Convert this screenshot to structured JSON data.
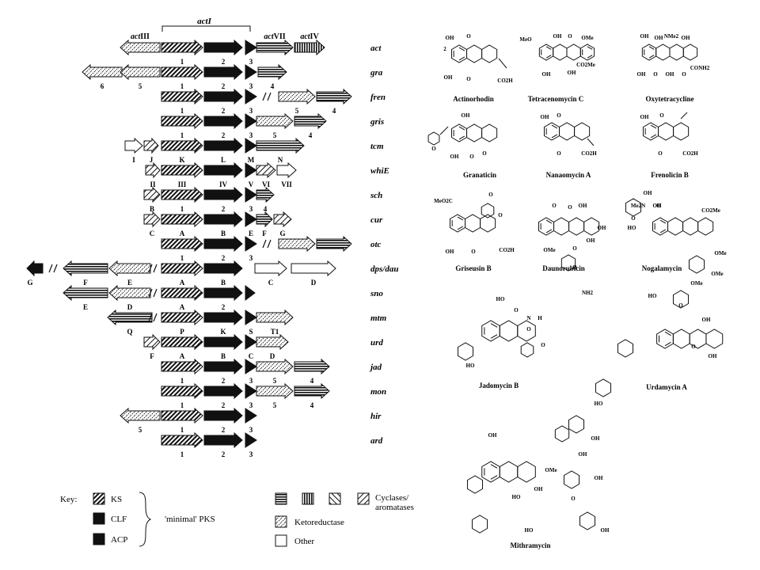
{
  "clusters": [
    {
      "name": "act",
      "genes": [
        {
          "label": "actIII",
          "type": "kr",
          "dir": "left"
        },
        {
          "label": "1",
          "type": "ks",
          "dir": "right"
        },
        {
          "label": "2",
          "type": "clf",
          "dir": "right"
        },
        {
          "label": "3",
          "type": "acp",
          "dir": "right"
        },
        {
          "label": "actVII",
          "type": "cyc_h",
          "dir": "right"
        },
        {
          "label": "actIV",
          "type": "cyc_v",
          "dir": "right"
        }
      ]
    },
    {
      "name": "gra",
      "genes": [
        {
          "label": "6",
          "type": "kr",
          "dir": "left"
        },
        {
          "label": "5",
          "type": "kr",
          "dir": "left"
        },
        {
          "label": "1",
          "type": "ks",
          "dir": "right"
        },
        {
          "label": "2",
          "type": "clf",
          "dir": "right"
        },
        {
          "label": "3",
          "type": "acp",
          "dir": "right"
        },
        {
          "label": "4",
          "type": "cyc_h",
          "dir": "right"
        }
      ]
    },
    {
      "name": "fren",
      "genes": [
        {
          "label": "1",
          "type": "ks",
          "dir": "right"
        },
        {
          "label": "2",
          "type": "clf",
          "dir": "right"
        },
        {
          "label": "3",
          "type": "acp",
          "dir": "right"
        },
        {
          "label": "5",
          "type": "kr",
          "dir": "right"
        },
        {
          "label": "4",
          "type": "cyc_h",
          "dir": "right"
        }
      ]
    },
    {
      "name": "gris",
      "genes": [
        {
          "label": "1",
          "type": "ks",
          "dir": "right"
        },
        {
          "label": "2",
          "type": "clf",
          "dir": "right"
        },
        {
          "label": "3",
          "type": "acp",
          "dir": "right"
        },
        {
          "label": "5",
          "type": "kr",
          "dir": "right"
        },
        {
          "label": "4",
          "type": "cyc_h",
          "dir": "right"
        }
      ]
    },
    {
      "name": "tcm",
      "genes": [
        {
          "label": "I",
          "type": "other",
          "dir": "right"
        },
        {
          "label": "J",
          "type": "cyc_d2",
          "dir": "right"
        },
        {
          "label": "K",
          "type": "ks",
          "dir": "right"
        },
        {
          "label": "L",
          "type": "clf",
          "dir": "right"
        },
        {
          "label": "M",
          "type": "acp",
          "dir": "right"
        },
        {
          "label": "N",
          "type": "cyc_h",
          "dir": "right"
        }
      ]
    },
    {
      "name": "whiE",
      "genes": [
        {
          "label": "II",
          "type": "cyc_d2",
          "dir": "right"
        },
        {
          "label": "III",
          "type": "ks",
          "dir": "right"
        },
        {
          "label": "IV",
          "type": "clf",
          "dir": "right"
        },
        {
          "label": "V",
          "type": "acp",
          "dir": "right"
        },
        {
          "label": "VI",
          "type": "cyc_d2",
          "dir": "right"
        },
        {
          "label": "VII",
          "type": "other",
          "dir": "right"
        }
      ]
    },
    {
      "name": "sch",
      "genes": [
        {
          "label": "B",
          "type": "cyc_d2",
          "dir": "right"
        },
        {
          "label": "1",
          "type": "ks",
          "dir": "right"
        },
        {
          "label": "2",
          "type": "clf",
          "dir": "right"
        },
        {
          "label": "3",
          "type": "acp",
          "dir": "right"
        },
        {
          "label": "4",
          "type": "cyc_h",
          "dir": "right"
        }
      ]
    },
    {
      "name": "cur",
      "genes": [
        {
          "label": "C",
          "type": "cyc_d2",
          "dir": "right"
        },
        {
          "label": "A",
          "type": "ks",
          "dir": "right"
        },
        {
          "label": "B",
          "type": "clf",
          "dir": "right"
        },
        {
          "label": "E",
          "type": "acp",
          "dir": "right"
        },
        {
          "label": "F",
          "type": "cyc_h",
          "dir": "right"
        },
        {
          "label": "G",
          "type": "cyc_d2",
          "dir": "right"
        }
      ]
    },
    {
      "name": "otc",
      "genes": [
        {
          "label": "1",
          "type": "ks",
          "dir": "right"
        },
        {
          "label": "2",
          "type": "clf",
          "dir": "right"
        },
        {
          "label": "3",
          "type": "acp",
          "dir": "right"
        },
        {
          "label": "",
          "type": "kr",
          "dir": "right"
        },
        {
          "label": "",
          "type": "cyc_h",
          "dir": "right"
        }
      ]
    },
    {
      "name": "dps/dau",
      "genes": [
        {
          "label": "G",
          "type": "acp",
          "dir": "left"
        },
        {
          "label": "F",
          "type": "cyc_h",
          "dir": "left"
        },
        {
          "label": "E",
          "type": "kr",
          "dir": "left"
        },
        {
          "label": "A",
          "type": "ks",
          "dir": "right"
        },
        {
          "label": "B",
          "type": "clf",
          "dir": "right"
        },
        {
          "label": "C",
          "type": "other",
          "dir": "right"
        },
        {
          "label": "D",
          "type": "other",
          "dir": "right"
        }
      ]
    },
    {
      "name": "sno",
      "genes": [
        {
          "label": "E",
          "type": "cyc_h",
          "dir": "left"
        },
        {
          "label": "D",
          "type": "kr",
          "dir": "left"
        },
        {
          "label": "A",
          "type": "ks",
          "dir": "right"
        },
        {
          "label": "2",
          "type": "clf",
          "dir": "right"
        },
        {
          "label": "",
          "type": "acp",
          "dir": "right"
        }
      ]
    },
    {
      "name": "mtm",
      "genes": [
        {
          "label": "Q",
          "type": "cyc_h",
          "dir": "left"
        },
        {
          "label": "P",
          "type": "ks",
          "dir": "right"
        },
        {
          "label": "K",
          "type": "clf",
          "dir": "right"
        },
        {
          "label": "S",
          "type": "acp",
          "dir": "right"
        },
        {
          "label": "T1",
          "type": "kr",
          "dir": "right"
        }
      ]
    },
    {
      "name": "urd",
      "genes": [
        {
          "label": "F",
          "type": "cyc_d2",
          "dir": "right"
        },
        {
          "label": "A",
          "type": "ks",
          "dir": "right"
        },
        {
          "label": "B",
          "type": "clf",
          "dir": "right"
        },
        {
          "label": "C",
          "type": "acp",
          "dir": "right"
        },
        {
          "label": "D",
          "type": "kr",
          "dir": "right"
        }
      ]
    },
    {
      "name": "jad",
      "genes": [
        {
          "label": "1",
          "type": "ks",
          "dir": "right"
        },
        {
          "label": "2",
          "type": "clf",
          "dir": "right"
        },
        {
          "label": "3",
          "type": "acp",
          "dir": "right"
        },
        {
          "label": "5",
          "type": "kr",
          "dir": "right"
        },
        {
          "label": "4",
          "type": "cyc_h",
          "dir": "right"
        }
      ]
    },
    {
      "name": "mon",
      "genes": [
        {
          "label": "1",
          "type": "ks",
          "dir": "right"
        },
        {
          "label": "2",
          "type": "clf",
          "dir": "right"
        },
        {
          "label": "3",
          "type": "acp",
          "dir": "right"
        },
        {
          "label": "5",
          "type": "kr",
          "dir": "right"
        },
        {
          "label": "4",
          "type": "cyc_h",
          "dir": "right"
        }
      ]
    },
    {
      "name": "hir",
      "genes": [
        {
          "label": "5",
          "type": "kr",
          "dir": "left"
        },
        {
          "label": "1",
          "type": "ks",
          "dir": "right"
        },
        {
          "label": "2",
          "type": "clf",
          "dir": "right"
        },
        {
          "label": "3",
          "type": "acp",
          "dir": "right"
        }
      ]
    },
    {
      "name": "ard",
      "genes": [
        {
          "label": "1",
          "type": "ks",
          "dir": "right"
        },
        {
          "label": "2",
          "type": "clf",
          "dir": "right"
        },
        {
          "label": "3",
          "type": "acp",
          "dir": "right"
        }
      ]
    }
  ],
  "act_bracket_label": "actI",
  "key": {
    "title": "Key:",
    "ks": "KS",
    "clf": "CLF",
    "acp": "ACP",
    "minimal_pks": "'minimal' PKS",
    "cyclases": "Cyclases/ aromatases",
    "ketoreductase": "Ketoreductase",
    "other": "Other"
  },
  "compounds": [
    "Actinorhodin",
    "Tetracenomycin C",
    "Oxytetracycline",
    "Granaticin",
    "Nanaomycin A",
    "Frenolicin B",
    "Griseusin B",
    "Daunorubicin",
    "Nogalamycin",
    "Jadomycin B",
    "Urdamycin A",
    "Mithramycin"
  ],
  "structure_atoms": {
    "actinorhodin": [
      "OH",
      "O",
      "OH",
      "O",
      "CO2H",
      "2"
    ],
    "tetracenomycin": [
      "MeO",
      "OH",
      "O",
      "OMe",
      "OH",
      "OH",
      "CO2Me"
    ],
    "oxytetracycline": [
      "OH",
      "NMe2",
      "OH",
      "OH",
      "O",
      "OH",
      "O",
      "CONH2",
      "OH"
    ],
    "granaticin": [
      "OH",
      "O",
      "OH",
      "O",
      "O"
    ],
    "nanaomycin": [
      "OH",
      "O",
      "O",
      "CO2H"
    ],
    "frenolicin": [
      "OH",
      "O",
      "O",
      "CO2H"
    ],
    "griseusin": [
      "MeO2C",
      "O",
      "O",
      "OH",
      "O",
      "CO2H"
    ],
    "daunorubicin": [
      "O",
      "OH",
      "O",
      "OH",
      "OMe",
      "O",
      "OH",
      "O",
      "NH2"
    ],
    "nogalamycin": [
      "Me2N",
      "OH",
      "O",
      "HO",
      "OH",
      "O",
      "CO2Me",
      "OMe",
      "OMe",
      "OMe"
    ],
    "jadomycin": [
      "HO",
      "O",
      "N",
      "H",
      "O",
      "O",
      "HO"
    ],
    "urdamycin": [
      "HO",
      "O",
      "OH",
      "O",
      "OH",
      "HO",
      "OH"
    ],
    "mithramycin": [
      "OH",
      "OMe",
      "OH",
      "O",
      "OH",
      "HO",
      "OH",
      "HO",
      "OH"
    ]
  }
}
